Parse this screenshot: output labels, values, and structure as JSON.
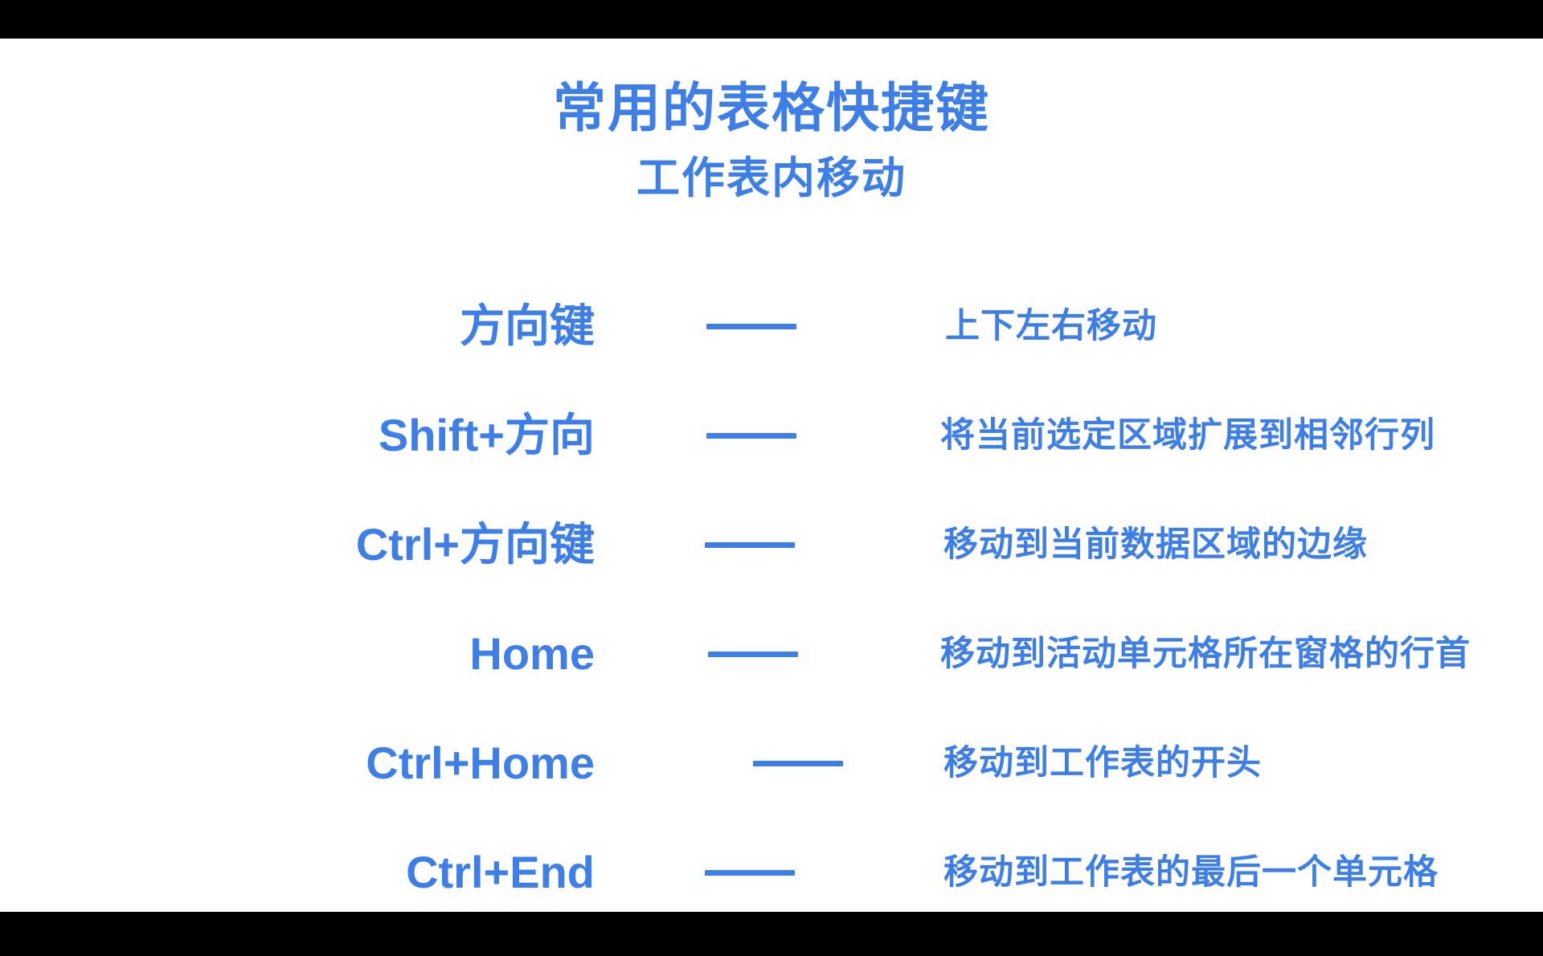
{
  "theme": {
    "accent_color": "#3d7ee8",
    "background_color": "#ffffff",
    "letterbox_color": "#000000"
  },
  "watermark": {
    "text": ""
  },
  "header": {
    "title": "常用的表格快捷键",
    "subtitle": "工作表内移动"
  },
  "separator": {
    "glyph": "—"
  },
  "shortcuts": [
    {
      "key": "方向键",
      "description": "上下左右移动"
    },
    {
      "key": "Shift+方向",
      "description": "将当前选定区域扩展到相邻行列"
    },
    {
      "key": "Ctrl+方向键",
      "description": "移动到当前数据区域的边缘"
    },
    {
      "key": "Home",
      "description": "移动到活动单元格所在窗格的行首"
    },
    {
      "key": "Ctrl+Home",
      "description": "移动到工作表的开头"
    },
    {
      "key": "Ctrl+End",
      "description": "移动到工作表的最后一个单元格"
    }
  ]
}
